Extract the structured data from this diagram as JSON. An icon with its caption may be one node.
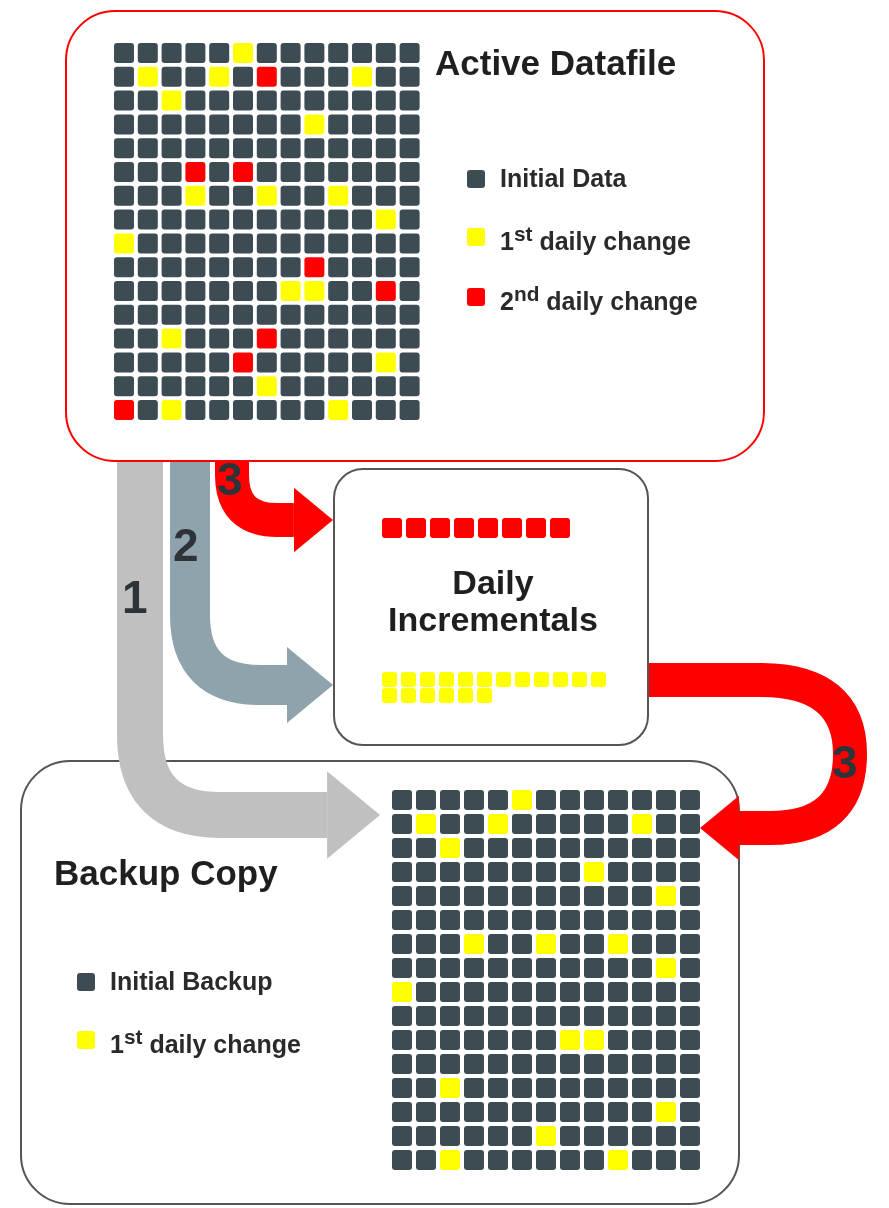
{
  "diagram": {
    "nodes": [
      {
        "text": [
          "Active Datafile"
        ]
      },
      {
        "text": [
          "Daily Incrementals"
        ]
      },
      {
        "text": [
          "Backup Copy"
        ]
      }
    ],
    "edges": [
      {
        "from": 0,
        "to": 2,
        "arrow": "to",
        "label": "1",
        "color": "#c0c0c0"
      },
      {
        "from": 0,
        "to": 1,
        "arrow": "to",
        "label": "2",
        "color": "#8fa3ad"
      },
      {
        "from": 0,
        "to": 1,
        "arrow": "to",
        "label": "3",
        "color": "#ff0000"
      },
      {
        "from": 1,
        "to": 2,
        "arrow": "to",
        "label": "3",
        "color": "#ff0000"
      }
    ],
    "legend": [
      {
        "text": "Initial Data",
        "color": "#3d4b53"
      },
      {
        "text": "1$^{st}$ daily change",
        "color": "#ffff00"
      },
      {
        "text": "2$^{nd}$ daily change",
        "color": "#ff0000"
      },
      {
        "text": "Initial Backup",
        "color": "#3d4b53"
      },
      {
        "text": "1$^{st}$ daily change",
        "color": "#ffff00"
      }
    ]
  }
}
